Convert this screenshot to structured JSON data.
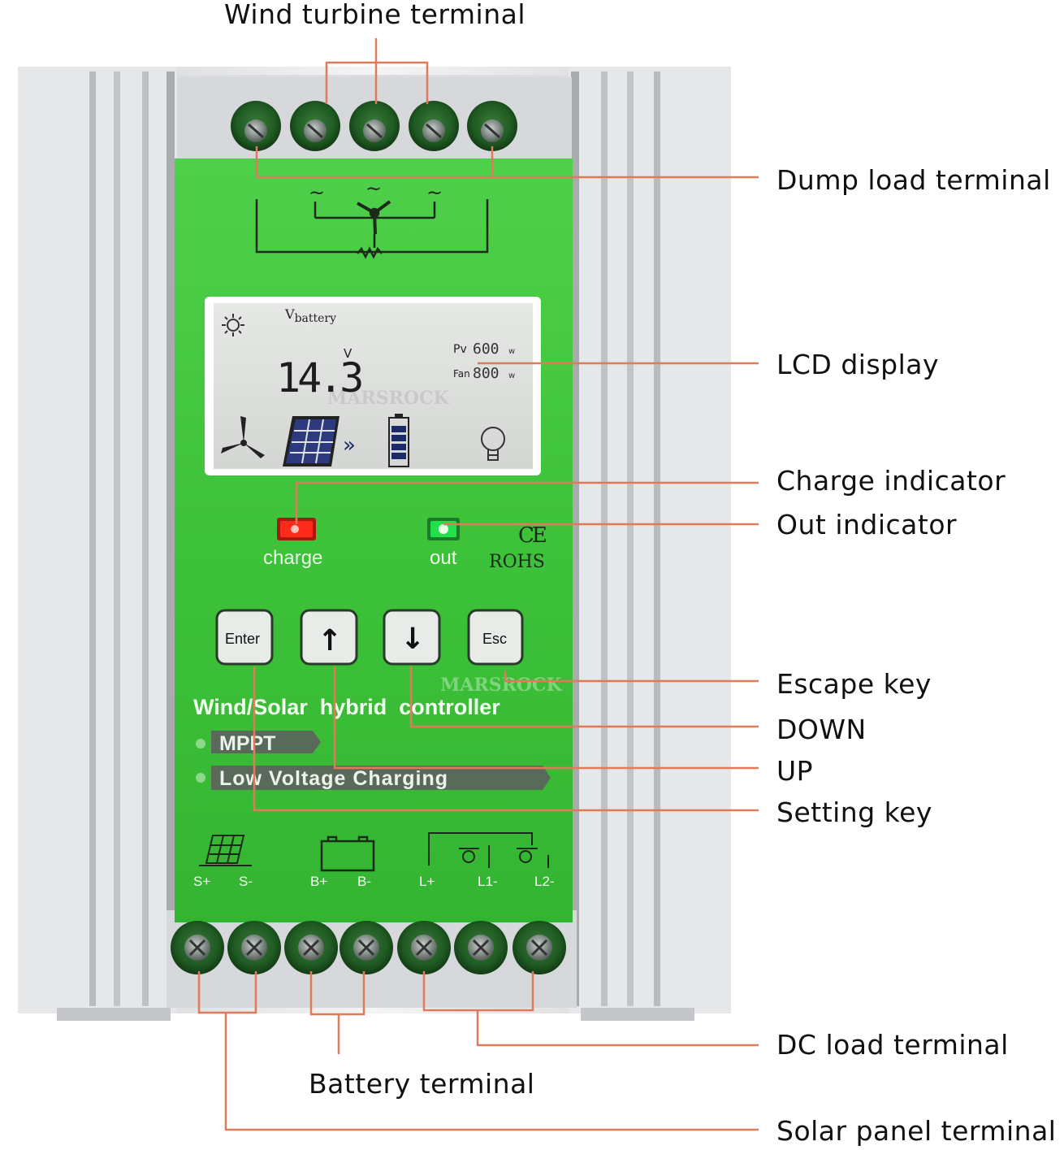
{
  "labels": {
    "wind_turbine_terminal": "Wind turbine terminal",
    "dump_load_terminal": "Dump load terminal",
    "lcd_display": "LCD display",
    "charge_indicator": "Charge indicator",
    "out_indicator": "Out indicator",
    "escape_key": "Escape key",
    "down": "DOWN",
    "up": "UP",
    "setting_key": "Setting key",
    "dc_load_terminal": "DC load terminal",
    "battery_terminal": "Battery terminal",
    "solar_panel_terminal": "Solar panel terminal"
  },
  "lcd": {
    "v_symbol": "V",
    "v_subscript": "battery",
    "voltage": "14.3",
    "voltage_unit": "V",
    "pv_label": "Pv",
    "pv_value": "600",
    "pv_unit": "w",
    "fan_label": "Fan",
    "fan_value": "800",
    "fan_unit": "w",
    "watermark": "MARSROCK"
  },
  "indicators": {
    "charge": "charge",
    "out": "out"
  },
  "marks": {
    "ce": "CE",
    "rohs": "ROHS"
  },
  "keys": {
    "enter": "Enter",
    "up": "↑",
    "down": "↓",
    "esc": "Esc"
  },
  "panel": {
    "brand_watermark": "MARSROCK",
    "title": "Wind/Solar  hybrid  controller",
    "feature1": "MPPT",
    "feature2": "Low Voltage Charging"
  },
  "terminal_labels": {
    "s_plus": "S+",
    "s_minus": "S-",
    "b_plus": "B+",
    "b_minus": "B-",
    "l_plus": "L+",
    "l1_minus": "L1-",
    "l2_minus": "L2-"
  },
  "colors": {
    "leader_line": "#e07a5a",
    "panel_green": "#3fc43b",
    "aluminum": "#e8e8e8",
    "charge_led": "#ff2a1a",
    "out_led": "#22e04a"
  }
}
